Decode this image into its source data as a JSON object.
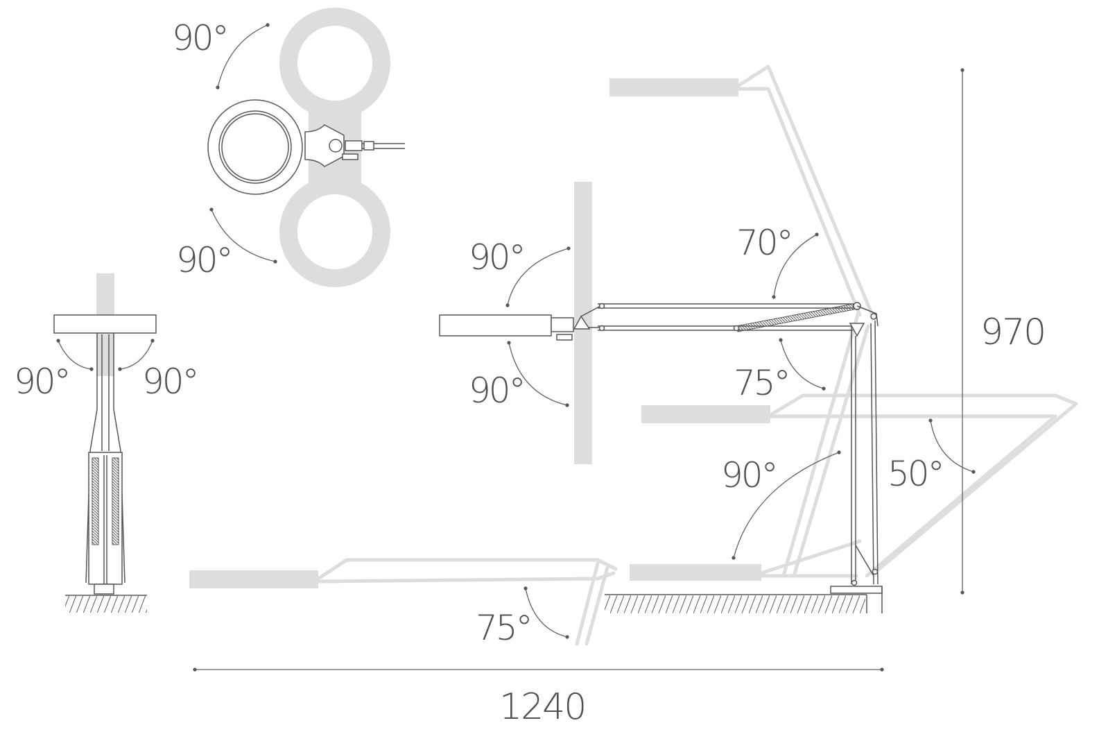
{
  "diagram": {
    "colors": {
      "line": "#555555",
      "ghost": "#dddddd",
      "text": "#505050"
    },
    "angles": {
      "top_view_upper": "90°",
      "top_view_lower": "90°",
      "front_view_left": "90°",
      "front_view_right": "90°",
      "head_upper": "90°",
      "head_lower": "90°",
      "upper_arm_raise": "70°",
      "elbow_lower": "75°",
      "upright_arm": "90°",
      "elbow_spread": "50°",
      "base_tilt": "75°"
    },
    "dimensions": {
      "height": "970",
      "width": "1240"
    }
  }
}
